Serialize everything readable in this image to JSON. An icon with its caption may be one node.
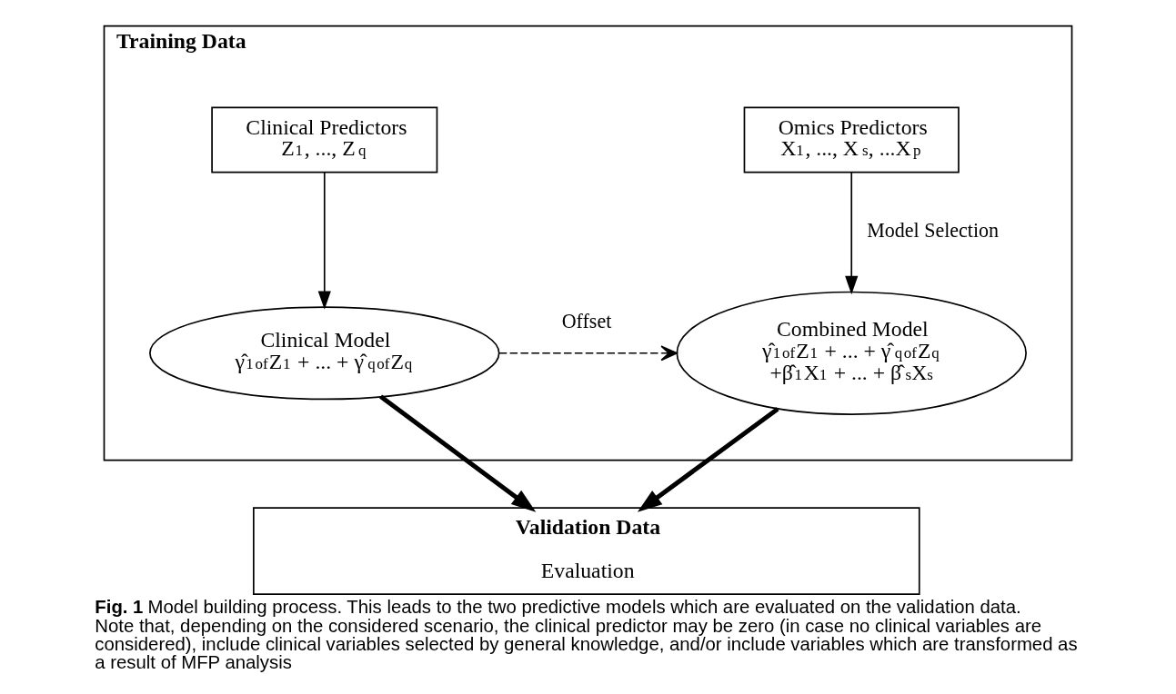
{
  "diagram": {
    "caption": "**Fig. 1** Model building process. This leads to the two predictive models which are evaluated on the validation data. Note that, depending on the considered scenario, the clinical predictor may be zero (in case no clinical variables are considered), include clinical variables selected by general knowledge, and/or include variables which are transformed as a result of MFP analysis",
    "nodes": [
      {
        "text": [
          "Training Data"
        ]
      },
      {
        "text": [
          "Clinical Predictors",
          "Z$_{1}$, ..., Z$_{q}$"
        ],
        "in": 0
      },
      {
        "text": [
          "Omics Predictors",
          "X$_{1}$, ..., X$_{s}$, ...X$_{p}$"
        ],
        "in": 0
      },
      {
        "text": [
          "Clinical Model",
          "γ̂$_{1}$$^{of}$Z$_{1}$ + ... + γ̂$_{q}$$^{of}$Z$_{q}$"
        ],
        "in": 0
      },
      {
        "text": [
          "Combined Model",
          "γ̂$_{1}$$^{of}$Z$_{1}$ + ... + γ̂$_{q}$$^{of}$Z$_{q}$",
          "+β̂$_{1}$X$_{1}$ + ... + β̂$_{s}$X$_{s}$"
        ],
        "in": 0
      },
      {
        "text": [
          "Validation Data",
          "Evaluation"
        ]
      }
    ],
    "edges": [
      {
        "from": 1,
        "to": 3,
        "arrow": "to"
      },
      {
        "from": 3,
        "to": 4,
        "arrow": "to",
        "label": "Offset",
        "style": "dashed"
      },
      {
        "from": 2,
        "to": 4,
        "arrow": "to",
        "label": "Model Selection"
      },
      {
        "from": 3,
        "to": 5,
        "arrow": "to",
        "style": "thick"
      },
      {
        "from": 4,
        "to": 5,
        "arrow": "to",
        "style": "thick"
      }
    ]
  }
}
